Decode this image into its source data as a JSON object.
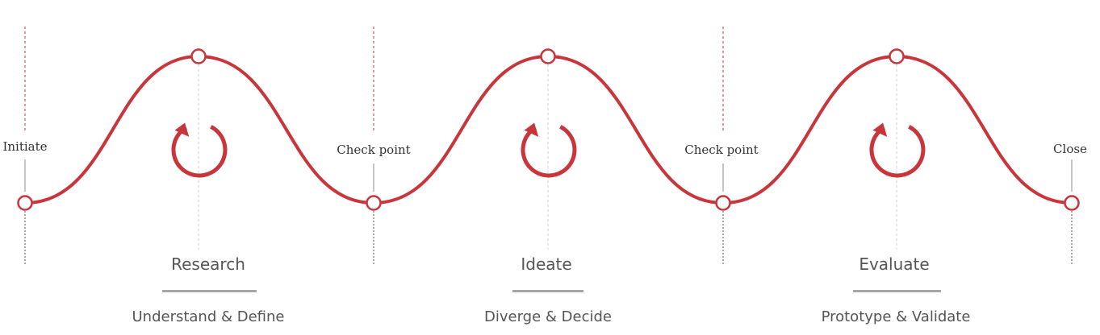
{
  "milestones": [
    {
      "label": "Initiate"
    },
    {
      "label": "Check point"
    },
    {
      "label": "Check point"
    },
    {
      "label": "Close"
    }
  ],
  "phases": [
    {
      "title": "Research",
      "subtitle": "Understand & Define",
      "icon": "cycle-arrow-icon"
    },
    {
      "title": "Ideate",
      "subtitle": "Diverge & Decide",
      "icon": "cycle-arrow-icon"
    },
    {
      "title": "Evaluate",
      "subtitle": "Prototype & Validate",
      "icon": "cycle-arrow-icon"
    }
  ],
  "colors": {
    "accent": "#c8363b",
    "guide_gray": "#c6c6c6",
    "rule_gray": "#a6a6a6",
    "text": "#555555"
  }
}
